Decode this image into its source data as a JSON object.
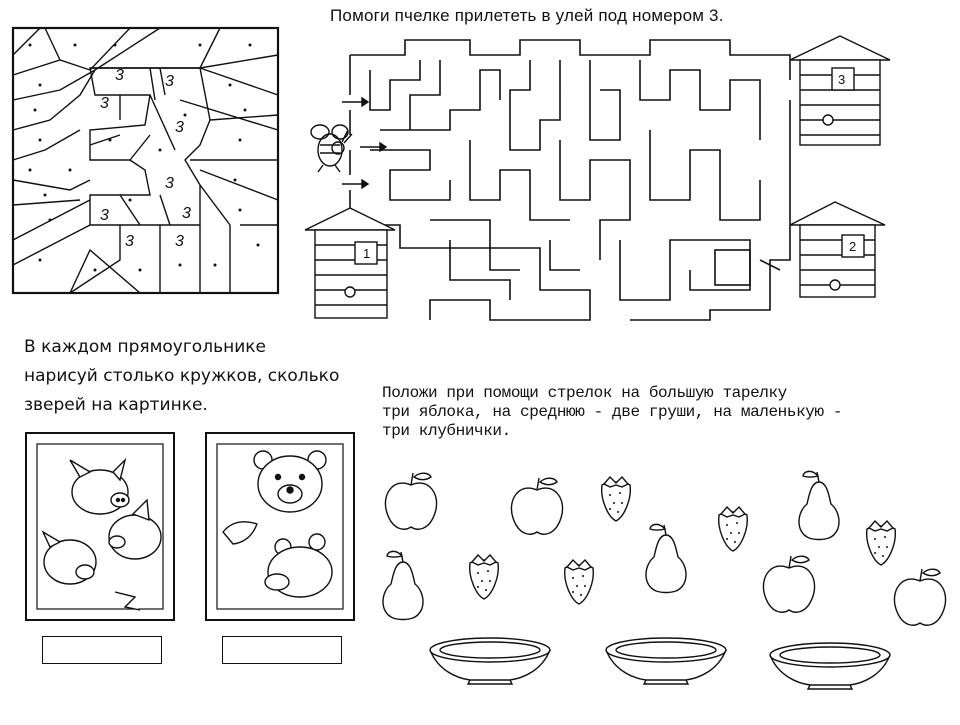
{
  "maze_task": {
    "title": "Помоги пчелке прилететь в улей под номером 3.",
    "hives": [
      "3",
      "1",
      "2"
    ]
  },
  "mosaic": {
    "digit": "3"
  },
  "count_task": {
    "line1": "В каждом прямоугольнике",
    "line2": "нарисуй столько кружков, сколько",
    "line3": "зверей на картинке."
  },
  "fruit_task": {
    "line1": "Положи при помощи стрелок на большую тарелку",
    "line2": "три яблока, на среднюю - две груши, на маленькую -",
    "line3": "три клубнички."
  }
}
